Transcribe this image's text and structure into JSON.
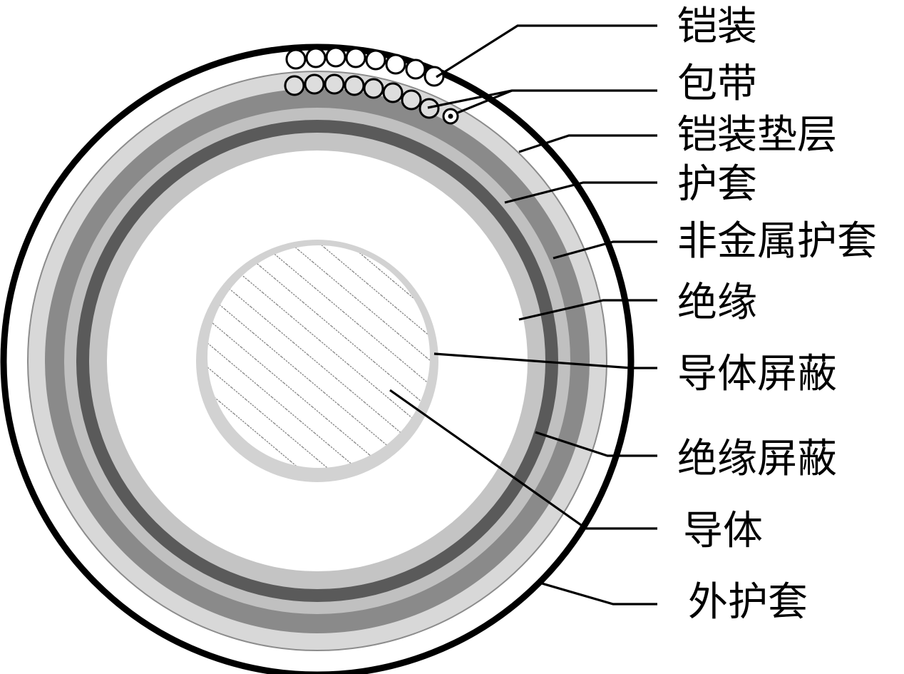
{
  "labels": [
    "铠装",
    "包带",
    "铠装垫层",
    "护套",
    "非金属护套",
    "绝缘",
    "导体屏蔽",
    "绝缘屏蔽",
    "导体",
    "外护套"
  ],
  "colors": {
    "outer_jacket_stroke": "#000000",
    "armour_bedding": "#d8d8d8",
    "non_metallic_sheath": "#8a8a8a",
    "sheath_light": "#c0c0c0",
    "metallic_sheath": "#5a5a5a",
    "insulation_screen": "#c4c4c4",
    "insulation": "#ffffff",
    "conductor_screen": "#d2d2d2",
    "conductor_hatch": "#7a7a7a",
    "armour_wire_fill": "#ffffff",
    "tape_wire_fill": "#dddddd"
  }
}
